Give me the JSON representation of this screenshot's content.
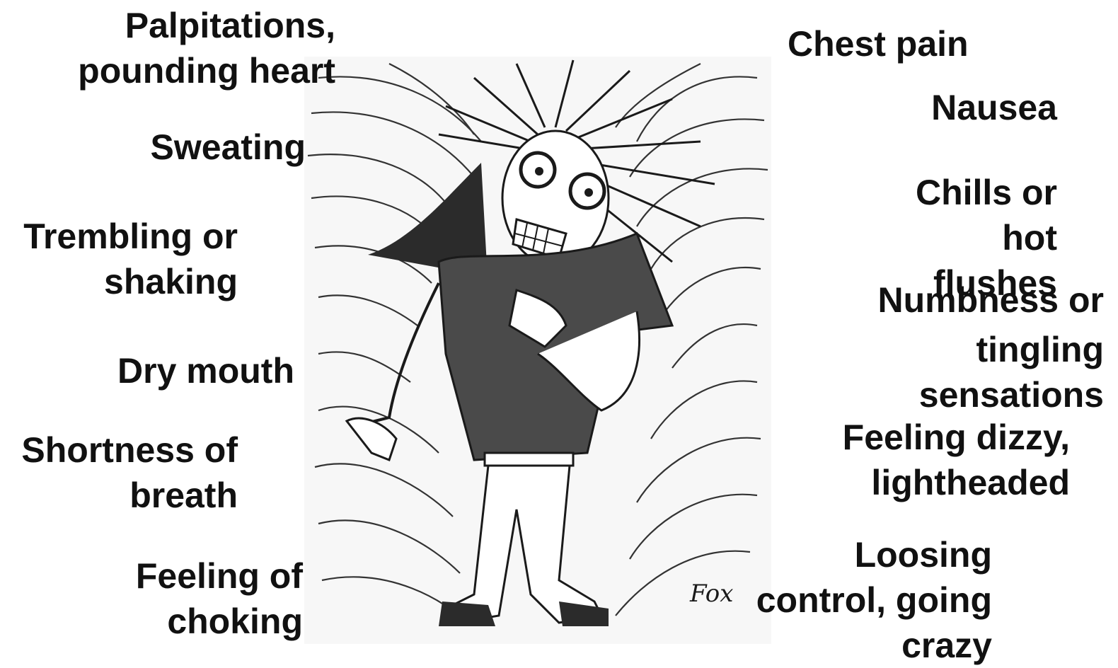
{
  "left_labels": [
    {
      "lines": [
        "Palpitations,",
        "pounding heart"
      ]
    },
    {
      "lines": [
        "Sweating"
      ]
    },
    {
      "lines": [
        "Trembling or",
        "shaking"
      ]
    },
    {
      "lines": [
        "Dry mouth"
      ]
    },
    {
      "lines": [
        "Shortness of",
        "breath"
      ]
    },
    {
      "lines": [
        "Feeling of",
        "choking"
      ]
    }
  ],
  "right_labels": [
    {
      "lines": [
        "Chest pain"
      ]
    },
    {
      "lines": [
        "Nausea"
      ]
    },
    {
      "lines": [
        "Chills or",
        "hot",
        "flushes"
      ]
    },
    {
      "lines": [
        "Numbness or",
        "tingling",
        "sensations"
      ]
    },
    {
      "lines": [
        "Feeling dizzy,",
        "lightheaded"
      ]
    },
    {
      "lines": [
        "Loosing",
        "control, going",
        "crazy"
      ]
    }
  ],
  "illustration": {
    "signature": "Fox",
    "colors": {
      "ink": "#1a1a1a",
      "shirt": "#4a4a4a",
      "cape": "#2b2b2b",
      "paper": "#f4f4f4"
    }
  }
}
